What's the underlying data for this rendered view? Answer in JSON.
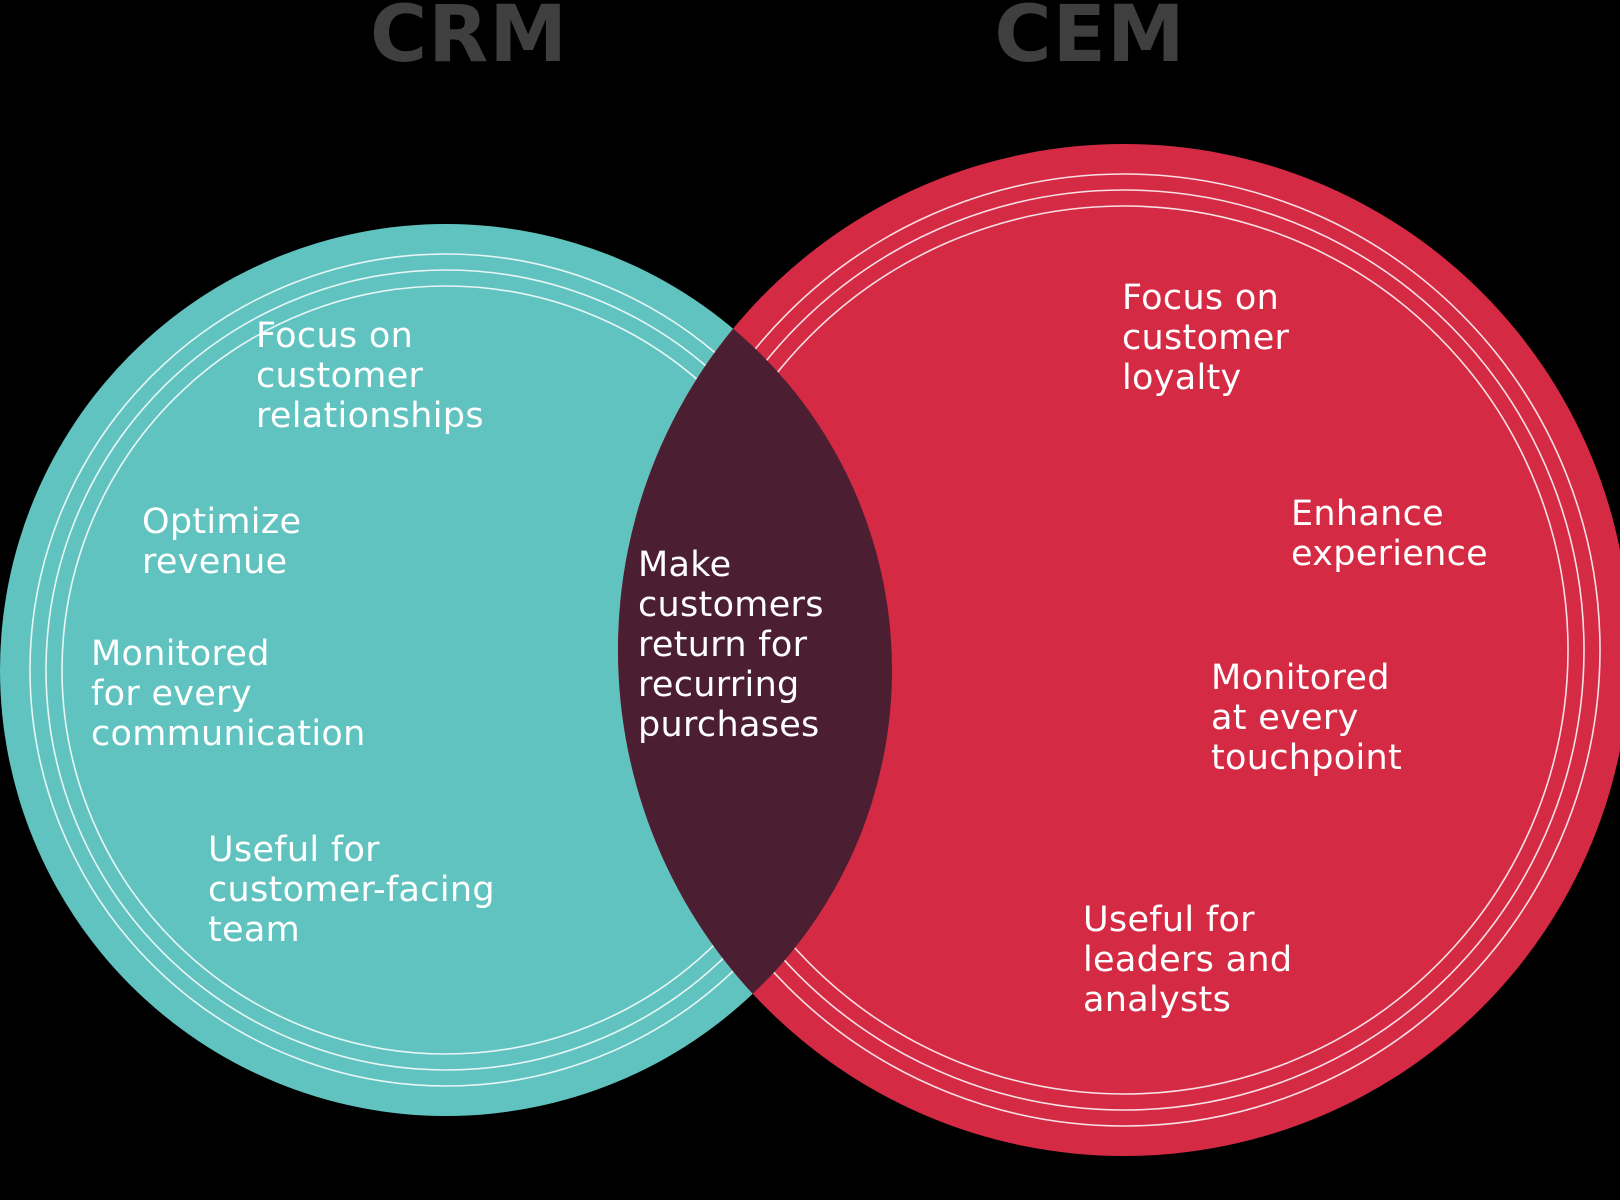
{
  "titles": {
    "left": "CRM",
    "right": "CEM"
  },
  "colors": {
    "background": "#000000",
    "title": "#3f3f3f",
    "crm_fill": "#61c3c0",
    "cem_fill": "#d42a44",
    "overlap_fill": "#4b1e32",
    "ring_stroke": "#ffffff",
    "text": "#ffffff"
  },
  "crm_items": [
    "Focus on\ncustomer\nrelationships",
    "Optimize\nrevenue",
    "Monitored\nfor every\ncommunication",
    "Useful for\ncustomer-facing\nteam"
  ],
  "overlap_item": "Make\ncustomers\nreturn for\nrecurring\npurchases",
  "cem_items": [
    "Focus on\ncustomer\nloyalty",
    "Enhance\nexperience",
    "Monitored\nat every\ntouchpoint",
    "Useful for\nleaders and\nanalysts"
  ]
}
